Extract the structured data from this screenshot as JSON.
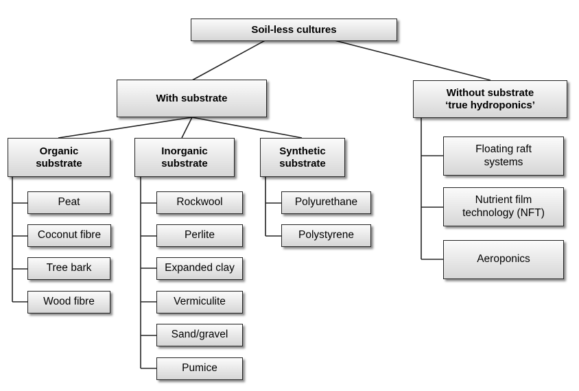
{
  "root": "Soil-less cultures",
  "with_substrate": "With substrate",
  "without_substrate": {
    "line1": "Without substrate",
    "line2": "‘true hydroponics’"
  },
  "organic": {
    "line1": "Organic",
    "line2": "substrate",
    "items": [
      "Peat",
      "Coconut fibre",
      "Tree bark",
      "Wood fibre"
    ]
  },
  "inorganic": {
    "line1": "Inorganic",
    "line2": "substrate",
    "items": [
      "Rockwool",
      "Perlite",
      "Expanded clay",
      "Vermiculite",
      "Sand/gravel",
      "Pumice"
    ]
  },
  "synthetic": {
    "line1": "Synthetic",
    "line2": "substrate",
    "items": [
      "Polyurethane",
      "Polystyrene"
    ]
  },
  "hydroponics": {
    "floating": {
      "line1": "Floating raft",
      "line2": "systems"
    },
    "nft": {
      "line1": "Nutrient film",
      "line2": "technology (NFT)"
    },
    "aeroponics": "Aeroponics"
  }
}
